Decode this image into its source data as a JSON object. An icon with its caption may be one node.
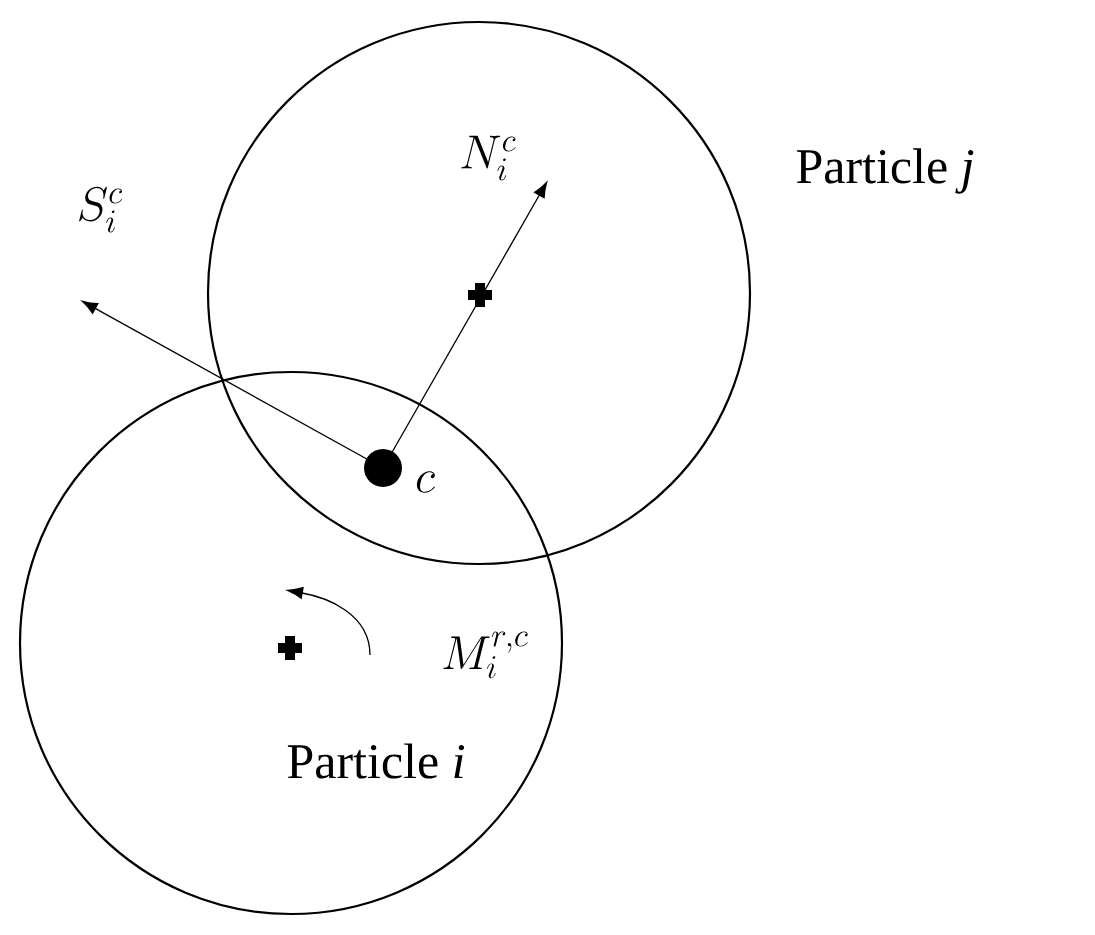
{
  "diagram": {
    "nodes": [
      {
        "text": [
          "Particle *i*"
        ]
      },
      {
        "text": [
          "Particle *j*"
        ]
      }
    ],
    "labels": [
      "S_i^c",
      "N_i^c",
      "c",
      "M_i^{r,c}"
    ]
  }
}
